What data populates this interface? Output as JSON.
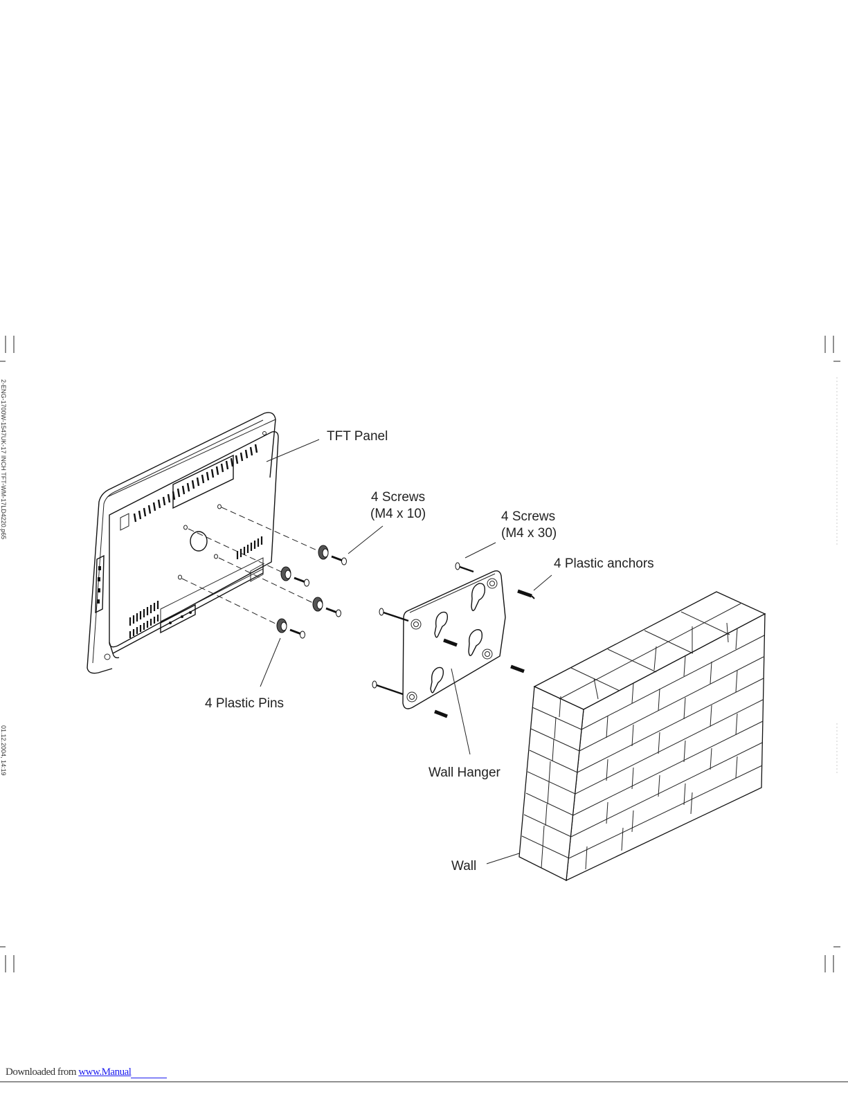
{
  "diagram": {
    "labels": {
      "tft_panel": "TFT Panel",
      "screws_short_count": "4 Screws",
      "screws_short_size": "(M4 x 10)",
      "screws_long_count": "4 Screws",
      "screws_long_size": "(M4 x 30)",
      "plastic_anchors": "4 Plastic anchors",
      "plastic_pins": "4 Plastic Pins",
      "wall_hanger": "Wall Hanger",
      "wall": "Wall"
    },
    "side_text": {
      "file_info": "2-ENG-1700W-1547UK-17 INCH TFT-WM-17LD4220.p65",
      "timestamp": "01.12.2004, 14:19"
    }
  },
  "footer": {
    "prefix": "Downloaded from ",
    "link_text": "www.Manual"
  }
}
